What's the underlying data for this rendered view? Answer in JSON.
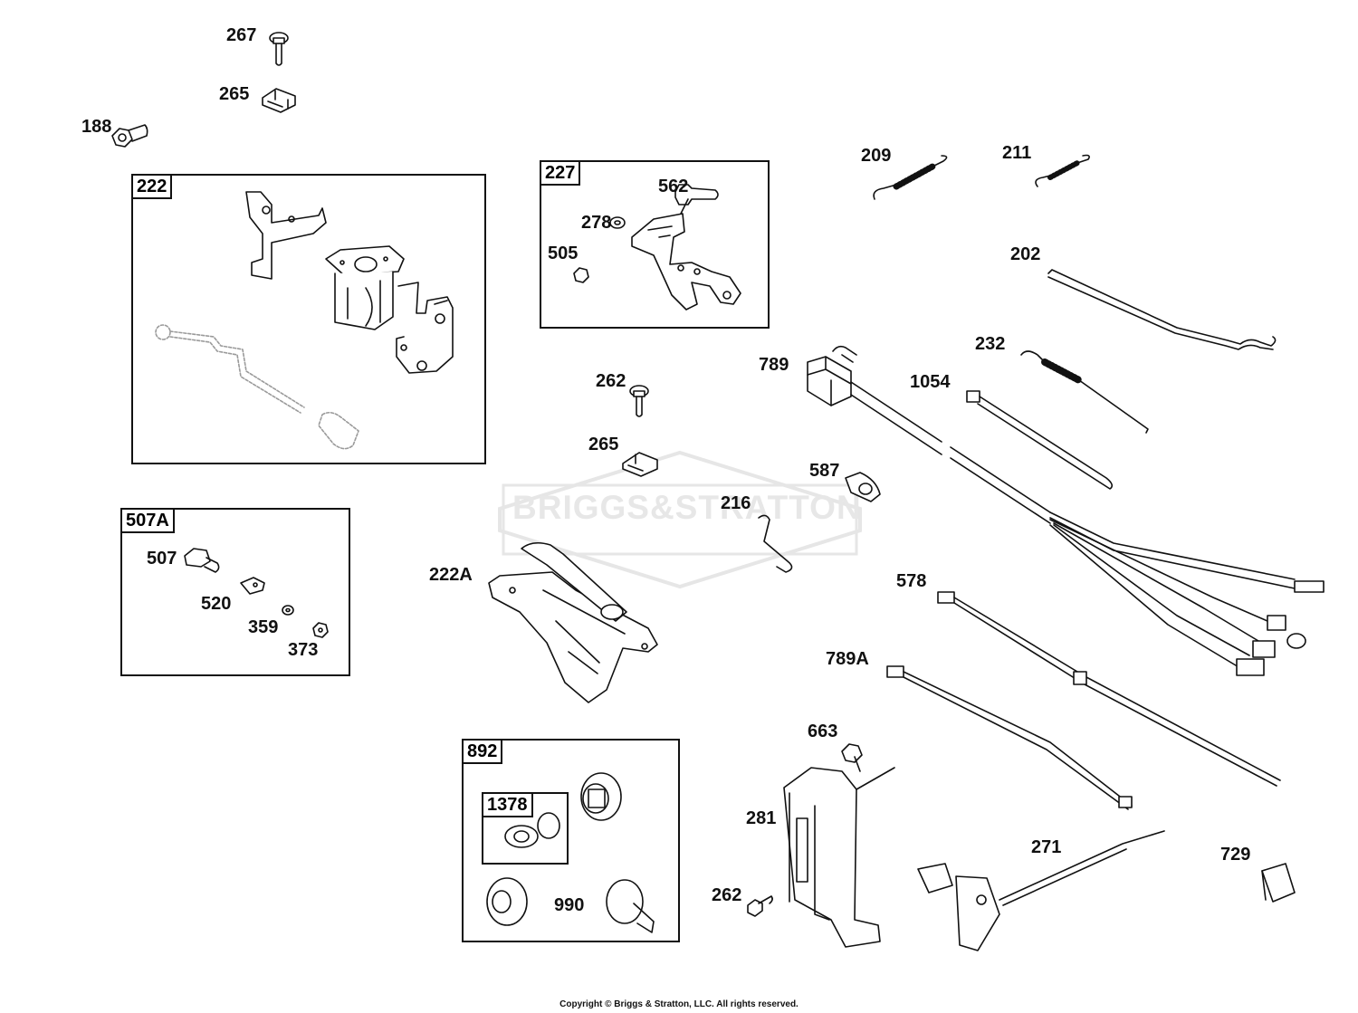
{
  "watermark": {
    "brand": "BRIGGS&STRATTON"
  },
  "copyright": "Copyright © Briggs & Stratton, LLC. All rights reserved.",
  "groups": {
    "g222": "222",
    "g227": "227",
    "g507A": "507A",
    "g892": "892",
    "g1378": "1378"
  },
  "parts": {
    "p267": "267",
    "p265a": "265",
    "p188": "188",
    "p562": "562",
    "p278": "278",
    "p505": "505",
    "p209": "209",
    "p211": "211",
    "p202": "202",
    "p232": "232",
    "p789": "789",
    "p1054": "1054",
    "p262a": "262",
    "p265b": "265",
    "p587": "587",
    "p216": "216",
    "p222A": "222A",
    "p507": "507",
    "p520": "520",
    "p359": "359",
    "p373": "373",
    "p578": "578",
    "p789A": "789A",
    "p663": "663",
    "p281": "281",
    "p262b": "262",
    "p271": "271",
    "p729": "729",
    "p990": "990"
  },
  "colors": {
    "line": "#111111",
    "watermark": "#e6e6e6",
    "ghost_part": "#9a9a9a"
  }
}
